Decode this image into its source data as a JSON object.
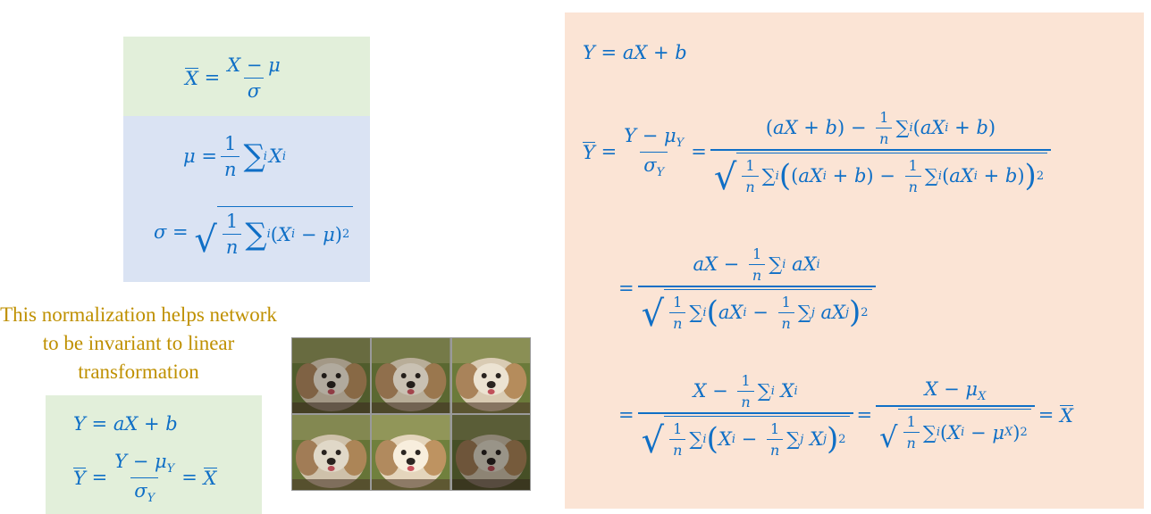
{
  "left_boxes": {
    "normalize": "X̄ = (X − μ) / σ",
    "mean": "μ = (1/n) Σ_i X_i",
    "std": "σ = √( (1/n) Σ_i (X_i − μ)² )"
  },
  "note": {
    "text": "This normalization helps network to be invariant to linear transformation",
    "color": "#bf9000"
  },
  "bottom_box": {
    "line1": "Y = aX + b",
    "line2": "Ȳ = (Y − μ_Y) / σ_Y = X̄"
  },
  "photos": {
    "count": 6,
    "subject": "dog-photo",
    "brightness": [
      0.75,
      0.85,
      1.0,
      0.95,
      1.05,
      0.65
    ]
  },
  "derivation": {
    "line1": "Y = aX + b",
    "line2": "Ȳ = (Y − μ_Y)/σ_Y = ((aX + b) − (1/n)Σ_i(aX_i + b)) / √((1/n)Σ_i((aX_i + b) − (1/n)Σ_i(aX_i + b))²)",
    "line3": "= (aX − (1/n)Σ_i aX_i) / √((1/n)Σ_i(aX_i − (1/n)Σ_j aX_j)²)",
    "line4": "= (X − (1/n)Σ_i X_i) / √((1/n)Σ_i(X_i − (1/n)Σ_j X_j)²) = (X − μ_X) / √((1/n)Σ_i(X_i − μ_X)²) = X̄"
  },
  "colors": {
    "math": "#0f6fc6",
    "green_box": "#e2efda",
    "blue_box": "#dae3f3",
    "peach_box": "#fbe4d5"
  }
}
